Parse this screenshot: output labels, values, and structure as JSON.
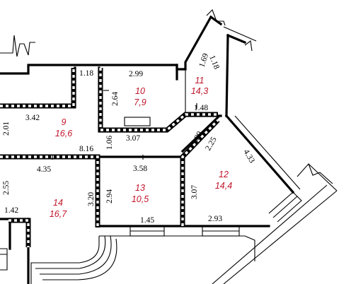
{
  "rooms": [
    {
      "number": "9",
      "area": "16,6"
    },
    {
      "number": "10",
      "area": "7,9"
    },
    {
      "number": "11",
      "area": "14,3"
    },
    {
      "number": "12",
      "area": "14,4"
    },
    {
      "number": "13",
      "area": "10,5"
    },
    {
      "number": "14",
      "area": "16,7"
    }
  ],
  "dimensions": {
    "d_118_top": "1.18",
    "d_299": "2.99",
    "d_264": "2.64",
    "d_169": "1.69",
    "d_118_diag": "1.18",
    "d_148": "1.48",
    "d_342": "3.42",
    "d_201": "2.01",
    "d_307_top": "3.07",
    "d_106": "1.06",
    "d_199": "1.99",
    "d_225": "2.25",
    "d_433": "4.33",
    "d_816": "8.16",
    "d_435": "4.35",
    "d_358": "3.58",
    "d_255": "2.55",
    "d_320": "3.20",
    "d_294": "2.94",
    "d_307_right": "3.07",
    "d_142": "1.42",
    "d_145": "1.45",
    "d_293": "2.93"
  }
}
